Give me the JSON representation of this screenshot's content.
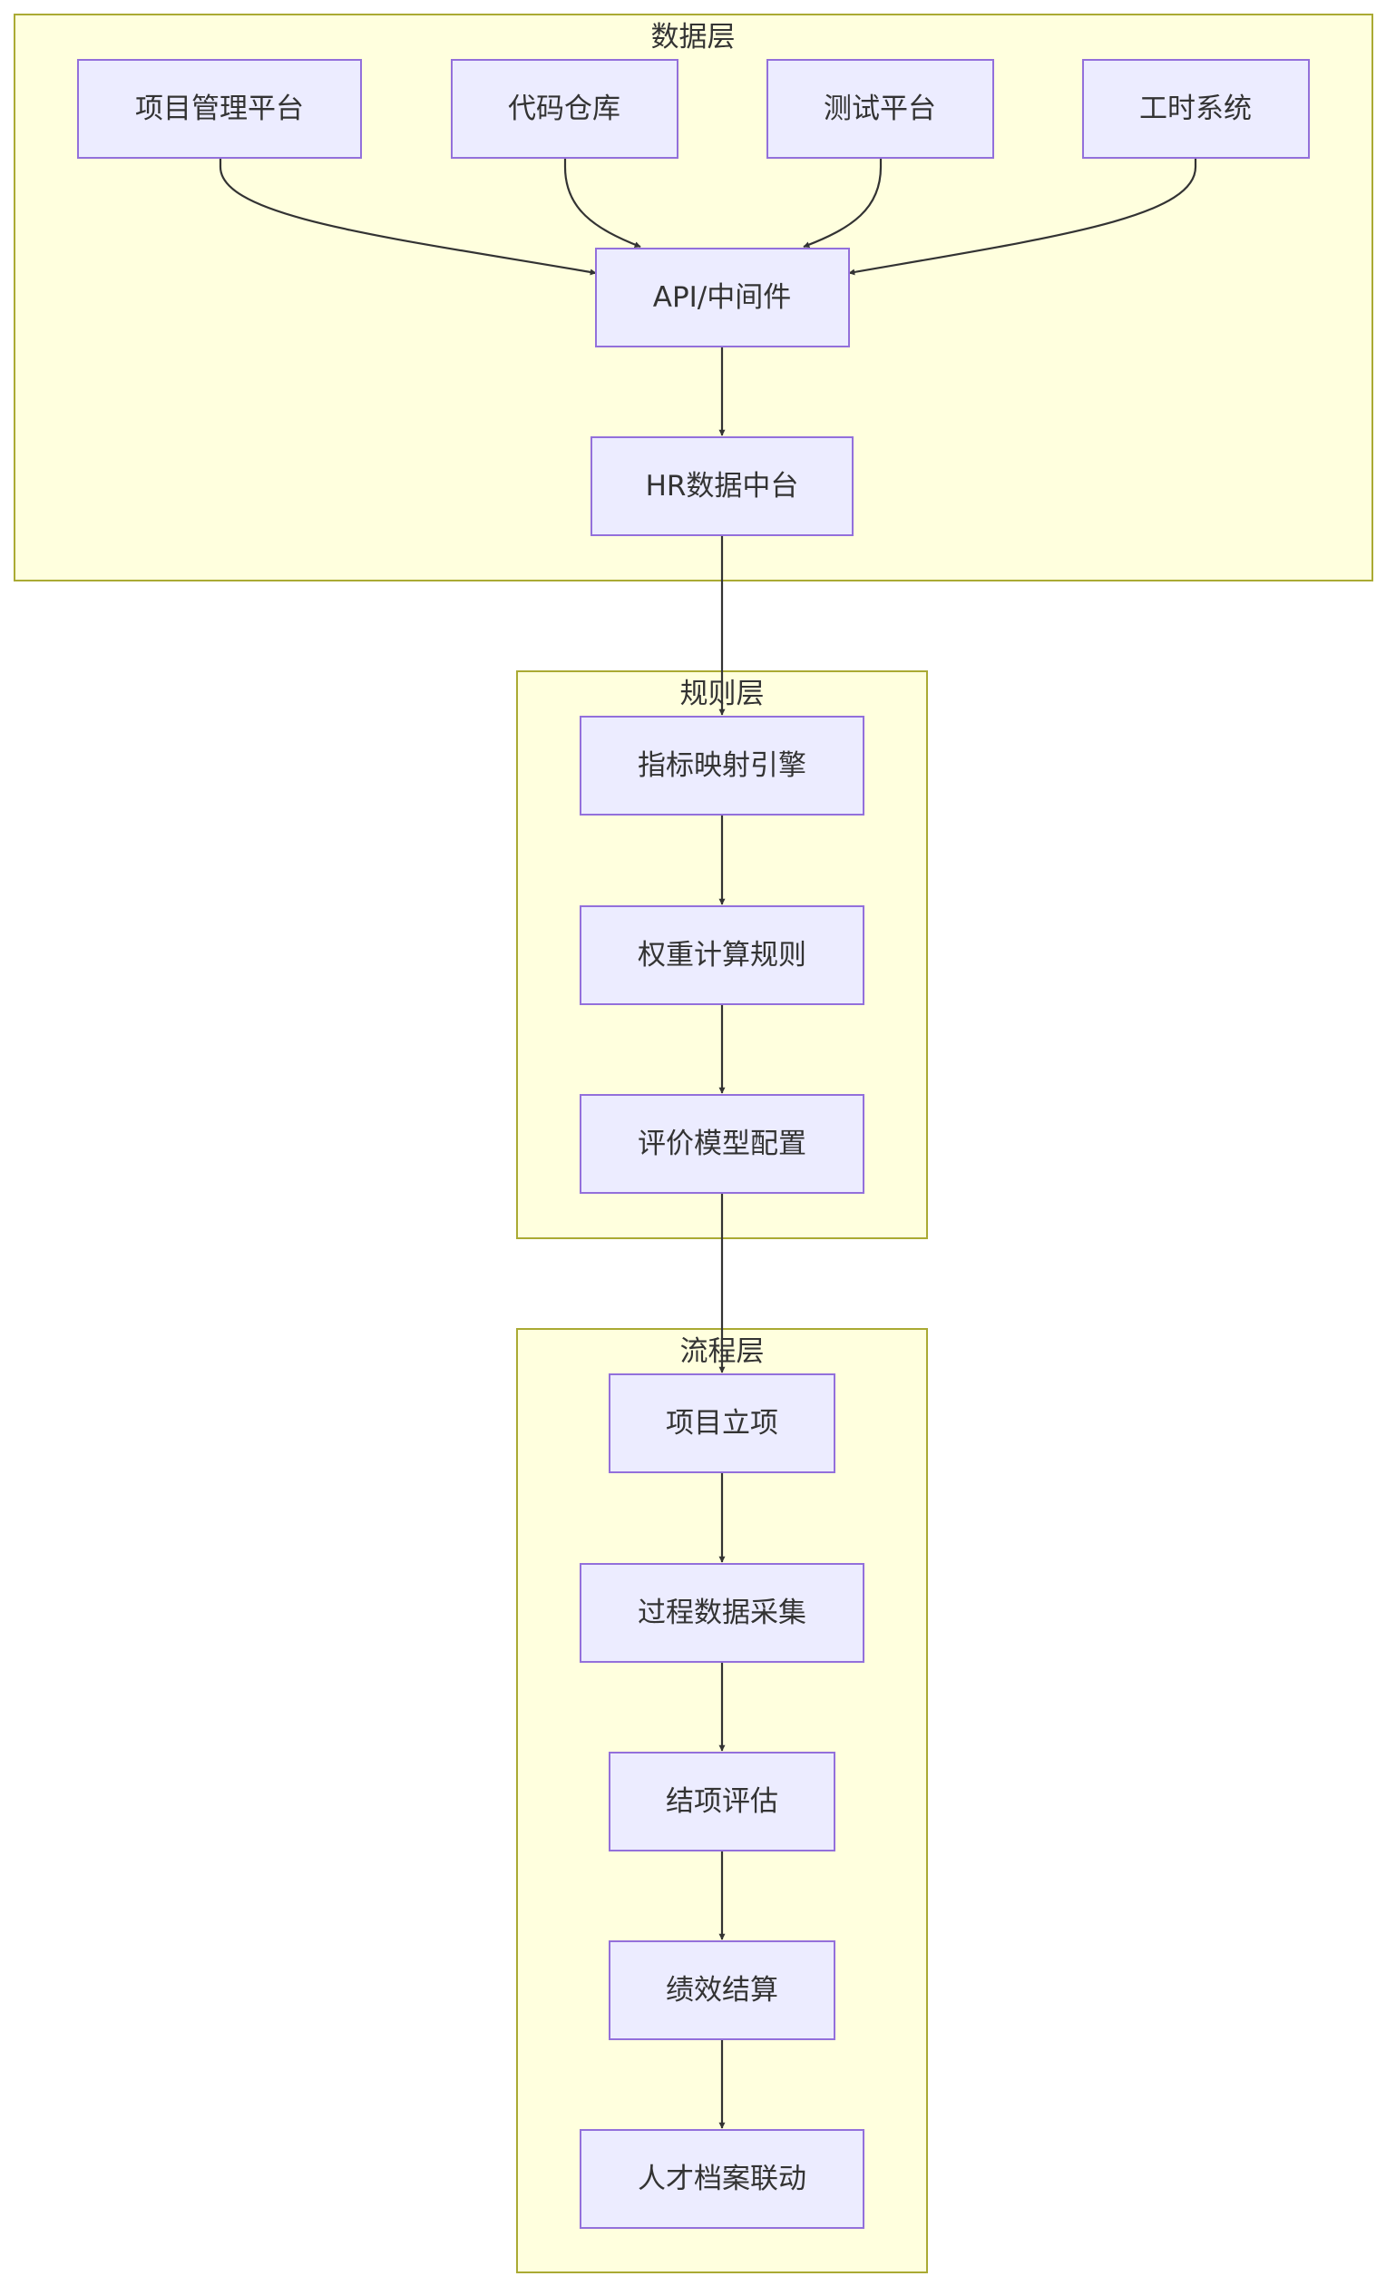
{
  "clusters": [
    {
      "id": "data",
      "title": "数据层"
    },
    {
      "id": "rule",
      "title": "规则层"
    },
    {
      "id": "flow",
      "title": "流程层"
    }
  ],
  "nodes": [
    {
      "id": "pm",
      "cluster": "data",
      "label": "项目管理平台"
    },
    {
      "id": "code",
      "cluster": "data",
      "label": "代码仓库"
    },
    {
      "id": "test",
      "cluster": "data",
      "label": "测试平台"
    },
    {
      "id": "hours",
      "cluster": "data",
      "label": "工时系统"
    },
    {
      "id": "api",
      "cluster": "data",
      "label": "API/中间件"
    },
    {
      "id": "hr",
      "cluster": "data",
      "label": "HR数据中台"
    },
    {
      "id": "mapping",
      "cluster": "rule",
      "label": "指标映射引擎"
    },
    {
      "id": "weight",
      "cluster": "rule",
      "label": "权重计算规则"
    },
    {
      "id": "model",
      "cluster": "rule",
      "label": "评价模型配置"
    },
    {
      "id": "init",
      "cluster": "flow",
      "label": "项目立项"
    },
    {
      "id": "collect",
      "cluster": "flow",
      "label": "过程数据采集"
    },
    {
      "id": "close",
      "cluster": "flow",
      "label": "结项评估"
    },
    {
      "id": "settle",
      "cluster": "flow",
      "label": "绩效结算"
    },
    {
      "id": "talent",
      "cluster": "flow",
      "label": "人才档案联动"
    }
  ],
  "edges": [
    {
      "from": "pm",
      "to": "api"
    },
    {
      "from": "code",
      "to": "api"
    },
    {
      "from": "test",
      "to": "api"
    },
    {
      "from": "hours",
      "to": "api"
    },
    {
      "from": "api",
      "to": "hr"
    },
    {
      "from": "hr",
      "to": "mapping"
    },
    {
      "from": "mapping",
      "to": "weight"
    },
    {
      "from": "weight",
      "to": "model"
    },
    {
      "from": "model",
      "to": "init"
    },
    {
      "from": "init",
      "to": "collect"
    },
    {
      "from": "collect",
      "to": "close"
    },
    {
      "from": "close",
      "to": "settle"
    },
    {
      "from": "settle",
      "to": "talent"
    }
  ],
  "colors": {
    "cluster_fill": "#ffffde",
    "cluster_stroke": "#aaaa33",
    "node_fill": "#ececff",
    "node_stroke": "#9370db",
    "edge": "#333333",
    "text": "#333333"
  }
}
